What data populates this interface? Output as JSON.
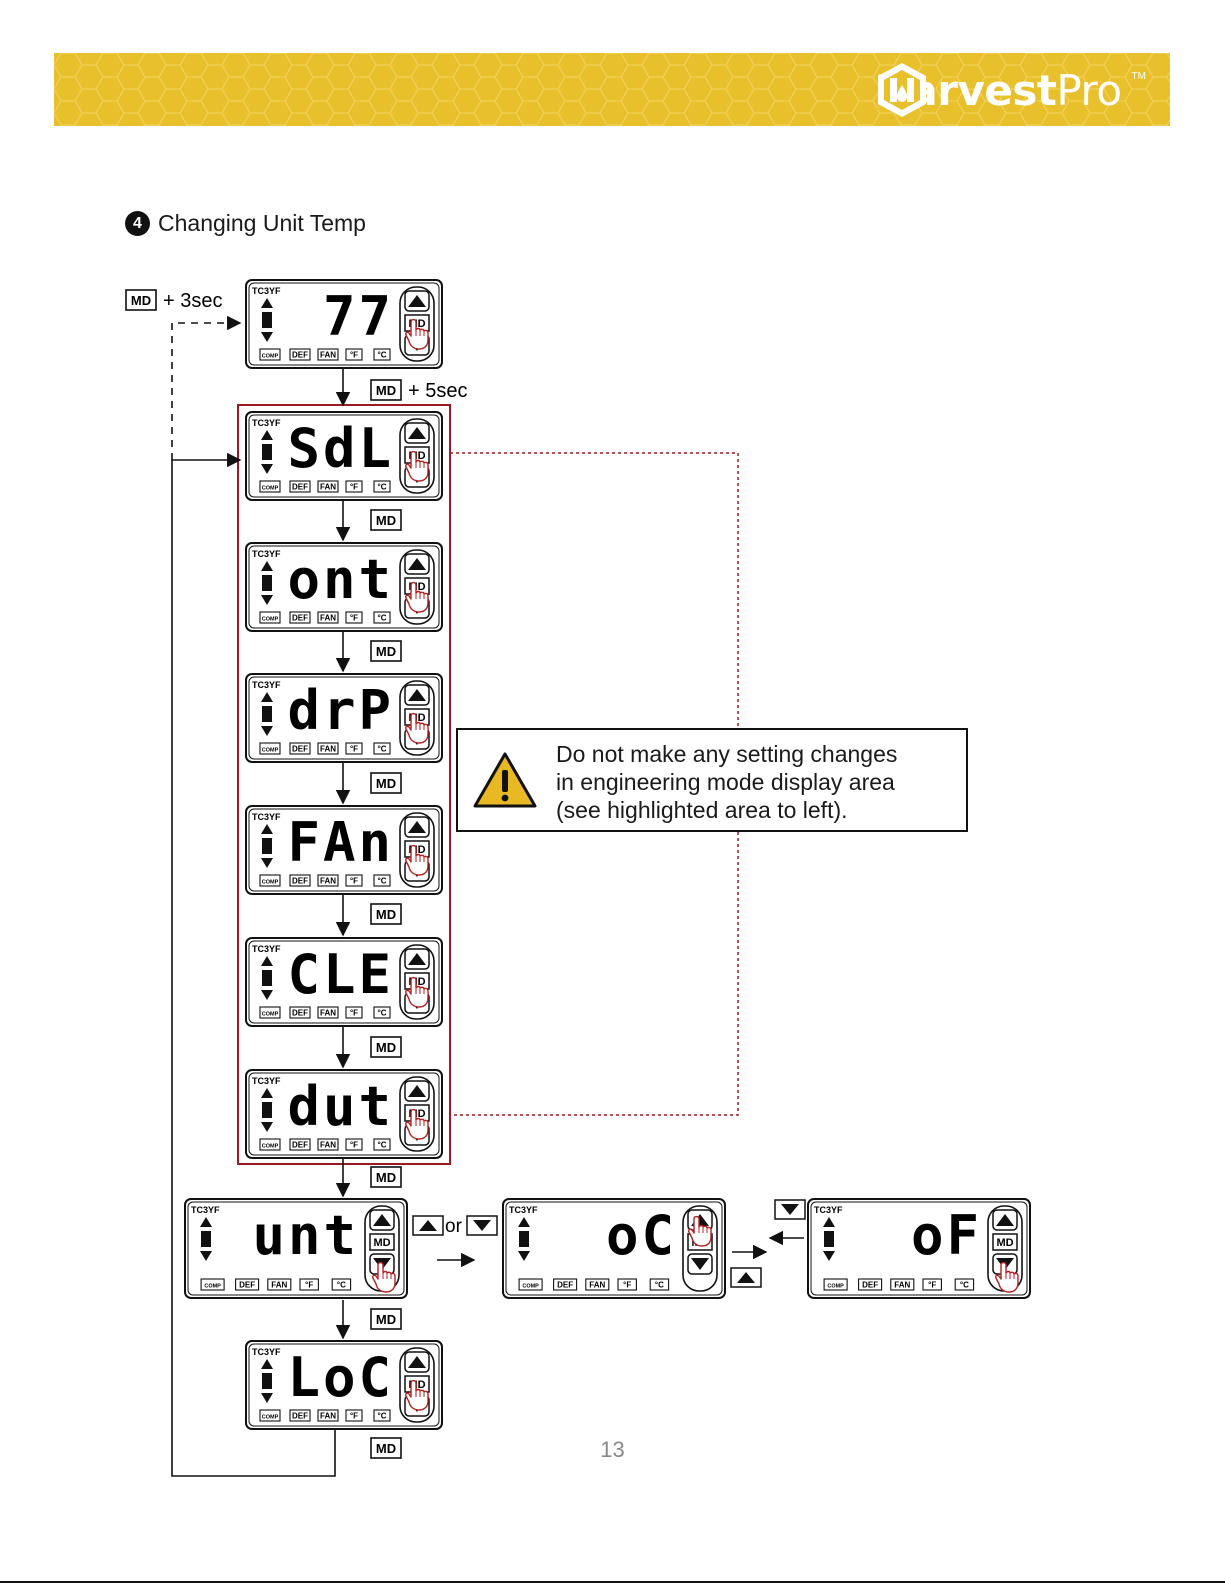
{
  "brand": {
    "name_bold": "Harvest",
    "name_light": "Pro",
    "tm": "TM",
    "banner_color": "#e8c02c"
  },
  "heading": {
    "step": "4",
    "title": "Changing Unit Temp"
  },
  "controller": {
    "model": "TC3YF",
    "button_label": "MD",
    "indicators": [
      "COMP",
      "DEF",
      "FAN",
      "°F",
      "°C"
    ]
  },
  "entry": {
    "key": "MD",
    "hold": "+ 3sec"
  },
  "engineering_entry": {
    "key": "MD",
    "hold": "+ 5sec"
  },
  "screens": {
    "home": "77",
    "sdl": "SdL",
    "ont": "ont",
    "drp": "drP",
    "fan": "FAn",
    "cle": "CLE",
    "dut": "dut",
    "unt": "unt",
    "oc": "oC",
    "of": "oF",
    "loc": "LoC"
  },
  "step_key": "MD",
  "or_text": "or",
  "warning": {
    "line1": "Do not make any setting changes",
    "line2": "in engineering mode display area",
    "line3": "(see highlighted area to left)."
  },
  "colors": {
    "highlight": "#9b1b24",
    "pointer": "#b22222"
  },
  "page_number": "13"
}
